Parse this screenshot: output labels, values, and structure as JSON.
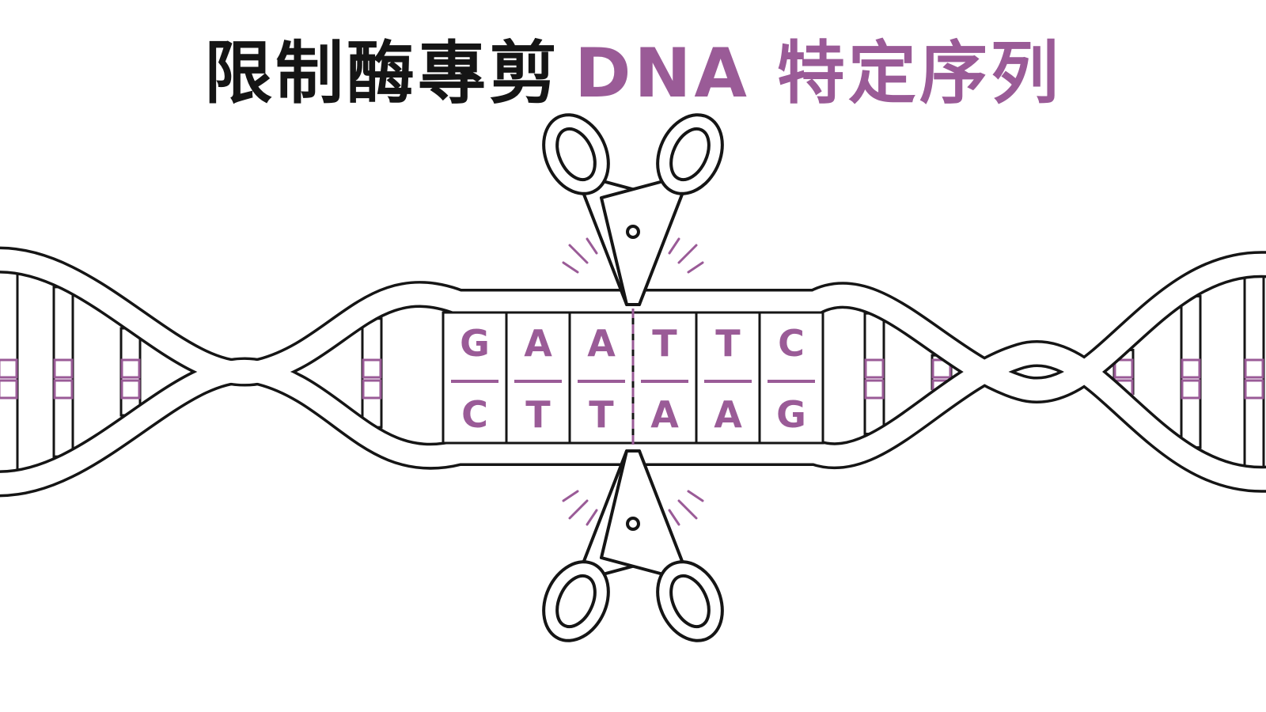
{
  "title": {
    "part1": "限制酶專剪",
    "part2": "DNA 特定序列"
  },
  "sequence": {
    "top": [
      "G",
      "A",
      "A",
      "T",
      "T",
      "C"
    ],
    "bottom": [
      "C",
      "T",
      "T",
      "A",
      "A",
      "G"
    ]
  },
  "colors": {
    "ink": "#151515",
    "accent": "#9a5b97",
    "base_pair": "#9a5b97"
  },
  "icons": [
    "scissors-icon-top",
    "scissors-icon-bottom"
  ]
}
